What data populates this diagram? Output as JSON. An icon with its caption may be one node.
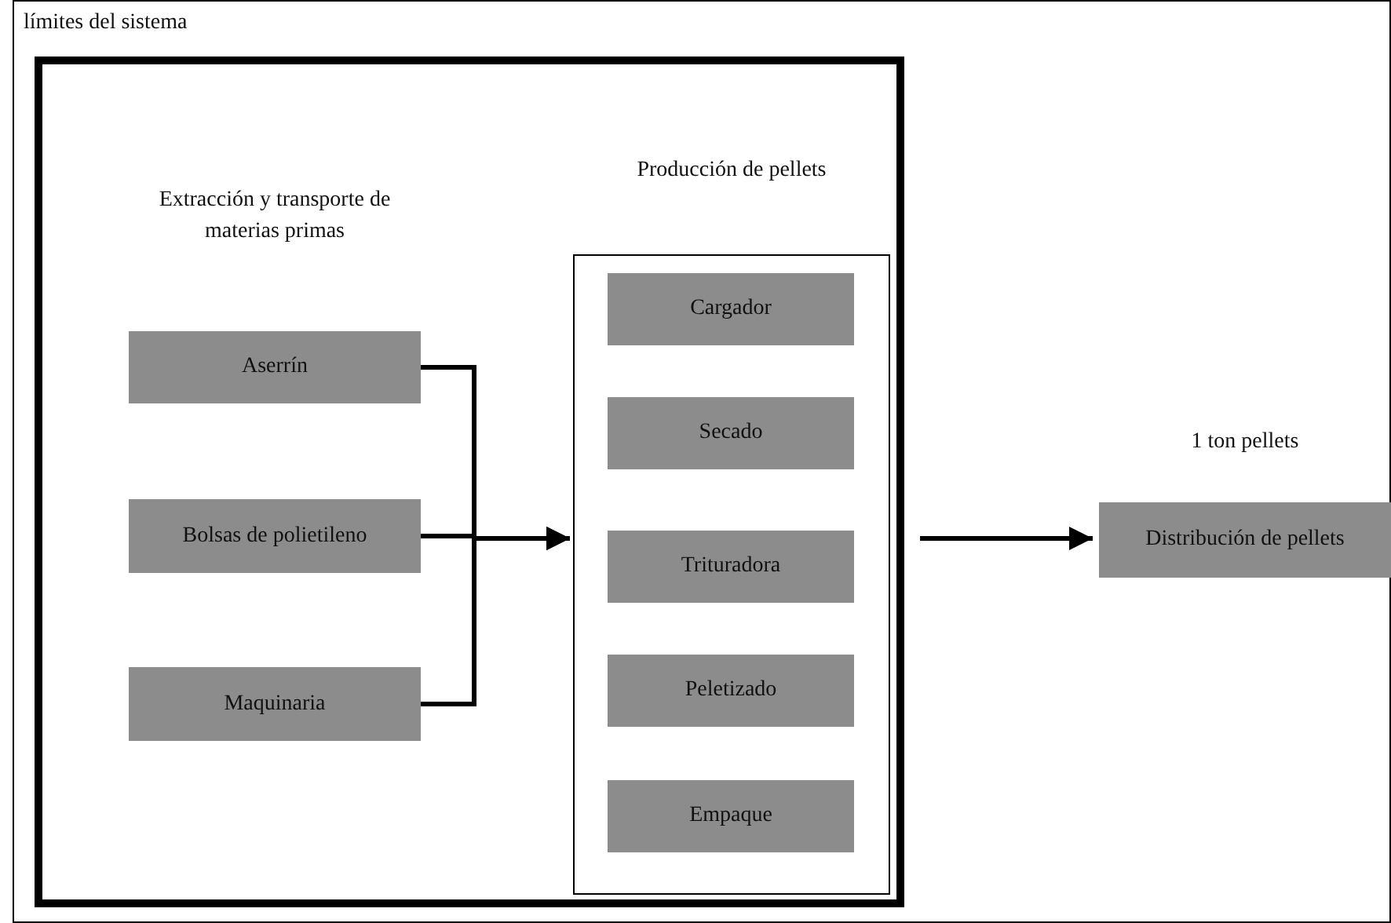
{
  "diagram": {
    "nodes": [
      {
        "text": [
          "límites del sistema"
        ]
      },
      {
        "text": [],
        "shape": "box",
        "in": 0
      },
      {
        "text": [
          "Aserrín"
        ],
        "in": 1
      },
      {
        "text": [
          "Bolsas de polietileno"
        ],
        "in": 1
      },
      {
        "text": [
          "Maquinaria"
        ],
        "in": 1
      },
      {
        "text": [
          "Producción de pellets"
        ],
        "in": 1
      },
      {
        "text": [
          "Cargador"
        ],
        "in": 5
      },
      {
        "text": [
          "Secado"
        ],
        "in": 5
      },
      {
        "text": [
          "Trituradora"
        ],
        "in": 5
      },
      {
        "text": [
          "Peletizado"
        ],
        "in": 5
      },
      {
        "text": [
          "Empaque"
        ],
        "in": 5
      },
      {
        "text": [
          "Distribución de pellets"
        ],
        "in": 0,
        "beside": [
          "1 ton pellets"
        ]
      }
    ],
    "edges": [
      {
        "from": 2,
        "to": 5,
        "arrow": "to"
      },
      {
        "from": 3,
        "to": 5,
        "arrow": "to"
      },
      {
        "from": 4,
        "to": 5,
        "arrow": "to"
      },
      {
        "from": 1,
        "to": 11,
        "arrow": "to"
      }
    ],
    "labels": [
      "Extracción y transporte de materias primas"
    ]
  }
}
